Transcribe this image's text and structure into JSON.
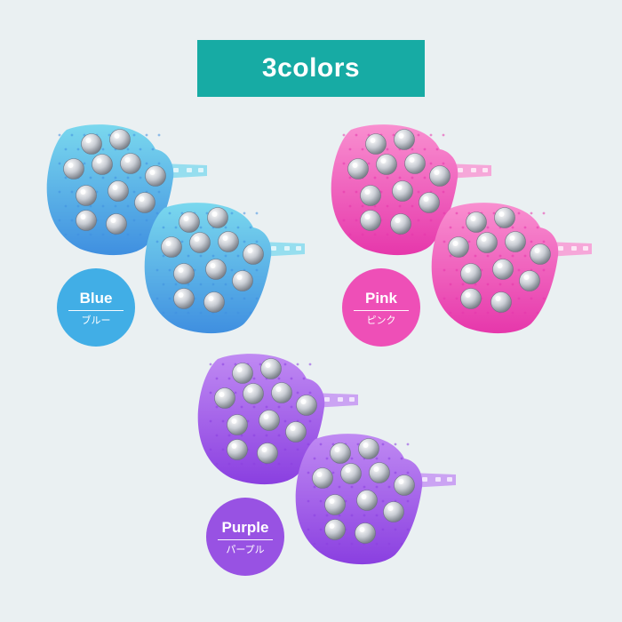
{
  "title": "3colors",
  "variants": [
    {
      "key": "blue",
      "label": "Blue",
      "label_jp": "ブルー",
      "badge_color": "#41aee6",
      "mitt_light": "#7ad8ee",
      "mitt_dark": "#3f8fe0"
    },
    {
      "key": "pink",
      "label": "Pink",
      "label_jp": "ピンク",
      "badge_color": "#ee4fb7",
      "mitt_light": "#f98fd0",
      "mitt_dark": "#e637ab"
    },
    {
      "key": "purple",
      "label": "Purple",
      "label_jp": "パープル",
      "badge_color": "#9852e3",
      "mitt_light": "#c08af3",
      "mitt_dark": "#8a3fe0"
    }
  ]
}
